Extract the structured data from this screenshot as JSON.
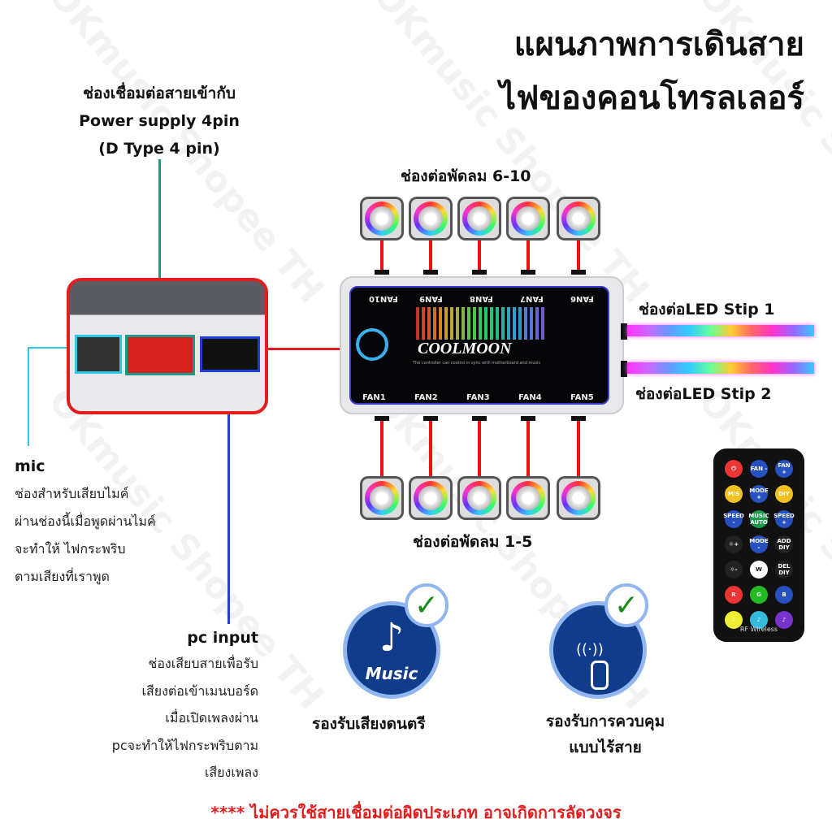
{
  "title": {
    "line1": "แผนภาพการเดินสาย",
    "line2": "ไฟของคอนโทรลเลอร์"
  },
  "power": {
    "line1": "ช่องเชื่อมต่อสายเข้ากับ",
    "line2": "Power supply 4pin",
    "line3": "(D Type 4 pin)"
  },
  "fans_top_label": "ช่องต่อพัดลม 6-10",
  "fans_bottom_label": "ช่องต่อพัดลม 1-5",
  "led": {
    "strip1": "ช่องต่อLED Stip 1",
    "strip2": "ช่องต่อLED Stip 2"
  },
  "controller": {
    "brand": "COOLMOON",
    "tagline": "The controller can control in sync with motherboard and music",
    "top_fans": [
      "FAN10",
      "FAN9",
      "FAN8",
      "FAN7",
      "FAN6"
    ],
    "bottom_fans": [
      "FAN1",
      "FAN2",
      "FAN3",
      "FAN4",
      "FAN5"
    ]
  },
  "mic": {
    "title": "mic",
    "lines": [
      "ช่องสำหรับเสียบไมค์",
      "ผ่านช่องนี้เมื่อพูดผ่านไมค์",
      "จะทำให้ ไฟกระพริบ",
      "ตามเสียงที่เราพูด"
    ]
  },
  "pc": {
    "title": "pc input",
    "lines": [
      "ช่องเสียบสายเพื่อรับ",
      "เสียงต่อเข้าเมนบอร์ด",
      "เมื่อเปิดเพลงผ่าน",
      "pcจะทำให้ไฟกระพริบตาม",
      "เสียงเพลง"
    ]
  },
  "remote": {
    "buttons": [
      "⏻",
      "FAN -",
      "FAN +",
      "M/S",
      "MODE +",
      "DIY",
      "SPEED -",
      "MUSIC AUTO",
      "SPEED +",
      "☼+",
      "MODE -",
      "ADD DIY",
      "☼-",
      "W",
      "DEL DIY",
      "R",
      "G",
      "B",
      "♪",
      "♪",
      "♪"
    ],
    "footer": "RF Wireless"
  },
  "features": {
    "music_icon_text": "Music",
    "music": "รองรับเสียงดนตรี",
    "wireless1": "รองรับการควบคุม",
    "wireless2": "แบบไร้สาย"
  },
  "warning": "**** ไม่ควรใช้สายเชื่อมต่อผิดประเภท อาจเกิดการลัดวงจร",
  "watermark": "OKmusic Shopee TH",
  "colors": {
    "red": "#e11d1d",
    "teal": "#1a9a8a",
    "cyan": "#2cc8e8",
    "blue": "#1f3fd6",
    "badge": "#113c8c"
  }
}
